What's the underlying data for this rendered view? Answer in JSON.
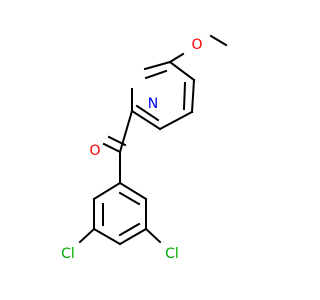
{
  "diagram": {
    "type": "chemical-structure",
    "atom_labels": {
      "methoxy_oxygen": "O",
      "pyridine_nitrogen": "N",
      "carbonyl_oxygen": "O",
      "chlorine_left": "Cl",
      "chlorine_right": "Cl"
    },
    "colors": {
      "bond": "#000000",
      "oxygen": "#ff0000",
      "nitrogen": "#0000ff",
      "chlorine": "#00aa00"
    }
  }
}
